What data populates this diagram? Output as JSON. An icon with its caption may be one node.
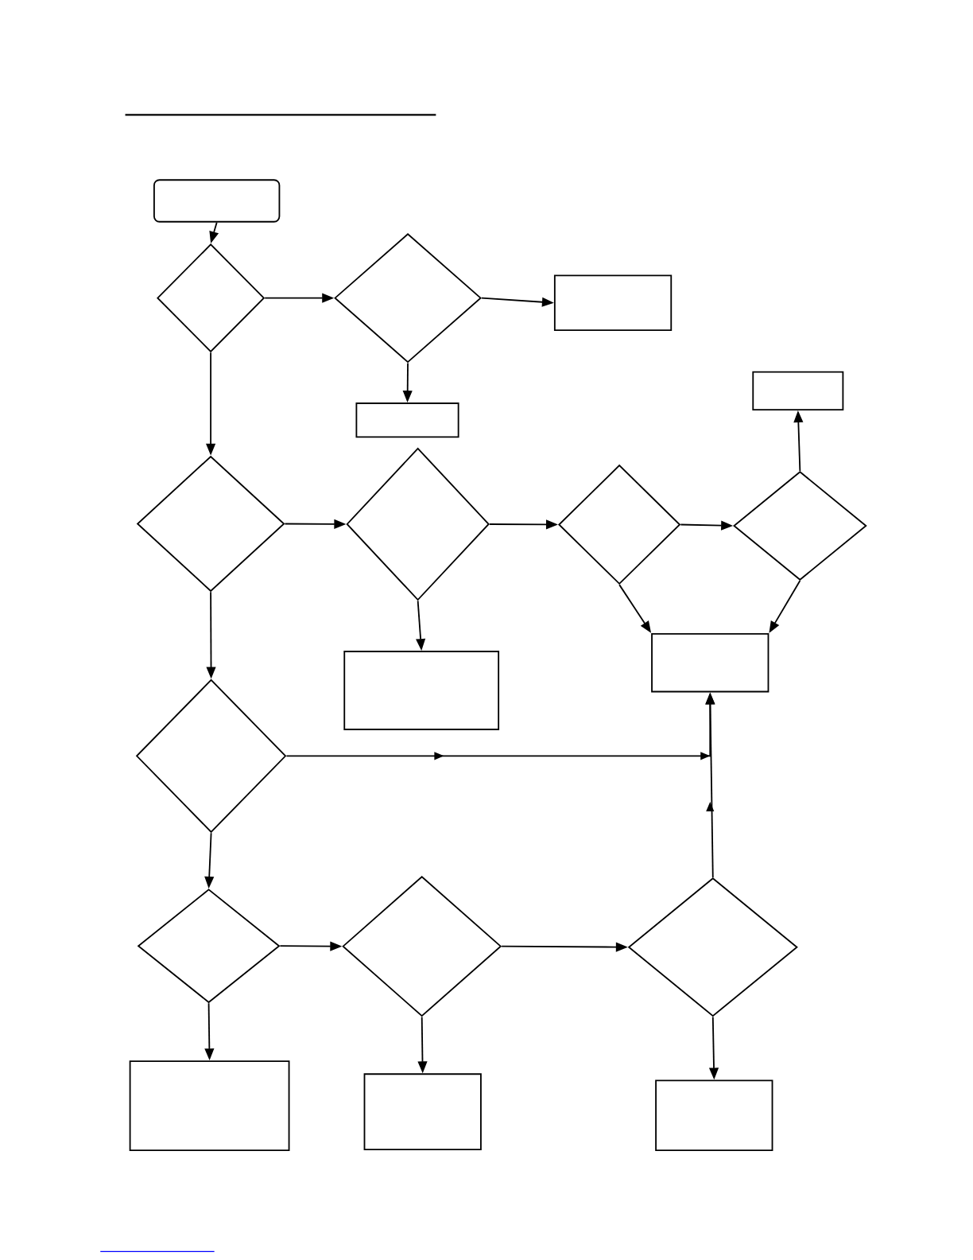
{
  "diagram": {
    "nodes": [
      {
        "text": [],
        "shape": "box"
      },
      {
        "text": [],
        "shape": "diamond"
      },
      {
        "text": [],
        "shape": "diamond"
      },
      {
        "text": [],
        "shape": "box"
      },
      {
        "text": [],
        "shape": "box"
      },
      {
        "text": [],
        "shape": "box"
      },
      {
        "text": [],
        "shape": "diamond"
      },
      {
        "text": [],
        "shape": "diamond"
      },
      {
        "text": [],
        "shape": "diamond"
      },
      {
        "text": [],
        "shape": "diamond"
      },
      {
        "text": [],
        "shape": "box"
      },
      {
        "text": [],
        "shape": "box"
      },
      {
        "text": [],
        "shape": "diamond"
      },
      {
        "text": [],
        "shape": "diamond"
      },
      {
        "text": [],
        "shape": "diamond"
      },
      {
        "text": [],
        "shape": "diamond"
      },
      {
        "text": [],
        "shape": "box"
      },
      {
        "text": [],
        "shape": "box"
      },
      {
        "text": [],
        "shape": "box"
      }
    ],
    "edges": [
      {
        "from": 0,
        "to": 1,
        "arrow": "to"
      },
      {
        "from": 1,
        "to": 2,
        "arrow": "to"
      },
      {
        "from": 2,
        "to": 3,
        "arrow": "to"
      },
      {
        "from": 2,
        "to": 4,
        "arrow": "to"
      },
      {
        "from": 1,
        "to": 6,
        "arrow": "to"
      },
      {
        "from": 6,
        "to": 7,
        "arrow": "to"
      },
      {
        "from": 7,
        "to": 8,
        "arrow": "to"
      },
      {
        "from": 8,
        "to": 9,
        "arrow": "to"
      },
      {
        "from": 9,
        "to": 5,
        "arrow": "to"
      },
      {
        "from": 8,
        "to": 11,
        "arrow": "to"
      },
      {
        "from": 9,
        "to": 11,
        "arrow": "to"
      },
      {
        "from": 7,
        "to": 10,
        "arrow": "to"
      },
      {
        "from": 6,
        "to": 12,
        "arrow": "to"
      },
      {
        "from": 12,
        "to": 11,
        "arrow": "to"
      },
      {
        "from": 15,
        "to": 11,
        "arrow": "to"
      },
      {
        "from": 12,
        "to": 13,
        "arrow": "to"
      },
      {
        "from": 13,
        "to": 14,
        "arrow": "to"
      },
      {
        "from": 14,
        "to": 15,
        "arrow": "to"
      },
      {
        "from": 13,
        "to": 16,
        "arrow": "to"
      },
      {
        "from": 14,
        "to": 17,
        "arrow": "to"
      },
      {
        "from": 15,
        "to": 18,
        "arrow": "to"
      }
    ]
  }
}
